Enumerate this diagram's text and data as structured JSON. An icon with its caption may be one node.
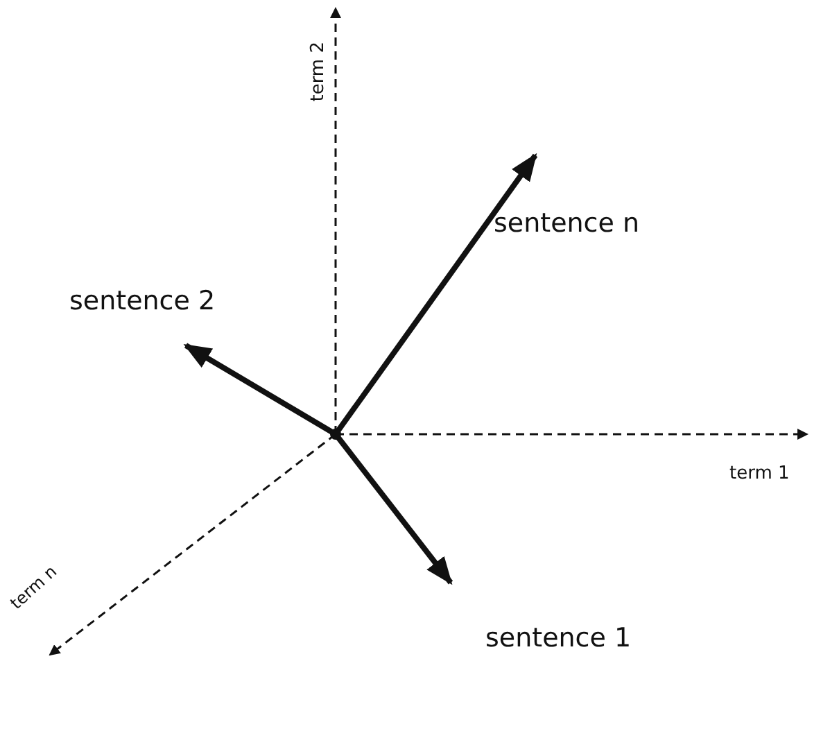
{
  "diagram": {
    "nodes": [
      {
        "text": [
          "sentence n"
        ]
      },
      {
        "text": [
          "sentence 2"
        ]
      },
      {
        "text": [
          "sentence 1"
        ]
      },
      {
        "text": [],
        "shape": "point"
      }
    ],
    "edges": [
      {
        "from": 3,
        "to": 0,
        "arrow": "to"
      },
      {
        "from": 3,
        "to": 1,
        "arrow": "to"
      },
      {
        "from": 3,
        "to": 2,
        "arrow": "to"
      }
    ],
    "labels": [
      "term 2",
      "term 1",
      "term n"
    ]
  }
}
